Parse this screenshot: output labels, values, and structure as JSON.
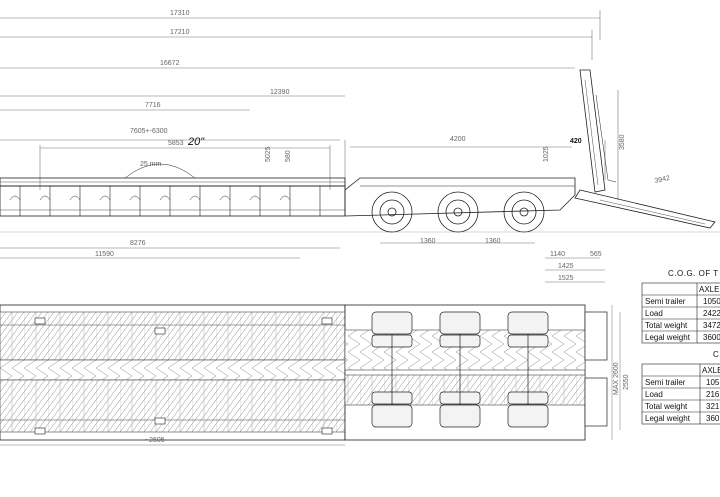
{
  "dimensions": {
    "d17310": "17310",
    "d17210": "17210",
    "d16672": "16672",
    "d12390": "12390",
    "d7716": "7716",
    "d7605": "7605+-6300",
    "d5853": "5853",
    "d20": "20\"",
    "d25mm": "25 mm",
    "d4200": "4200",
    "d420": "420",
    "d3580": "3580",
    "d1025": "1025",
    "d5025": "5025",
    "d580": "580",
    "d3942": "3942",
    "d8276": "8276",
    "d11590": "11590",
    "d1360a": "1360",
    "d1360b": "1360",
    "d1140": "1140",
    "d565": "565",
    "d1425": "1425",
    "d1525": "1525",
    "d2550": "2550",
    "dmax": "MAX 2600",
    "d2605": "~2605"
  },
  "table1": {
    "title": "C.O.G. OF T",
    "header": "AXLE",
    "rows": [
      {
        "label": "Semi trailer",
        "value": "1050"
      },
      {
        "label": "Load",
        "value": "2422"
      },
      {
        "label": "Total weight",
        "value": "3472"
      },
      {
        "label": "Legal weight",
        "value": "3600"
      }
    ]
  },
  "table2": {
    "title": "C",
    "header": "AXLE",
    "rows": [
      {
        "label": "Semi trailer",
        "value": "105"
      },
      {
        "label": "Load",
        "value": "216"
      },
      {
        "label": "Total weight",
        "value": "321"
      },
      {
        "label": "Legal weight",
        "value": "360"
      }
    ]
  }
}
